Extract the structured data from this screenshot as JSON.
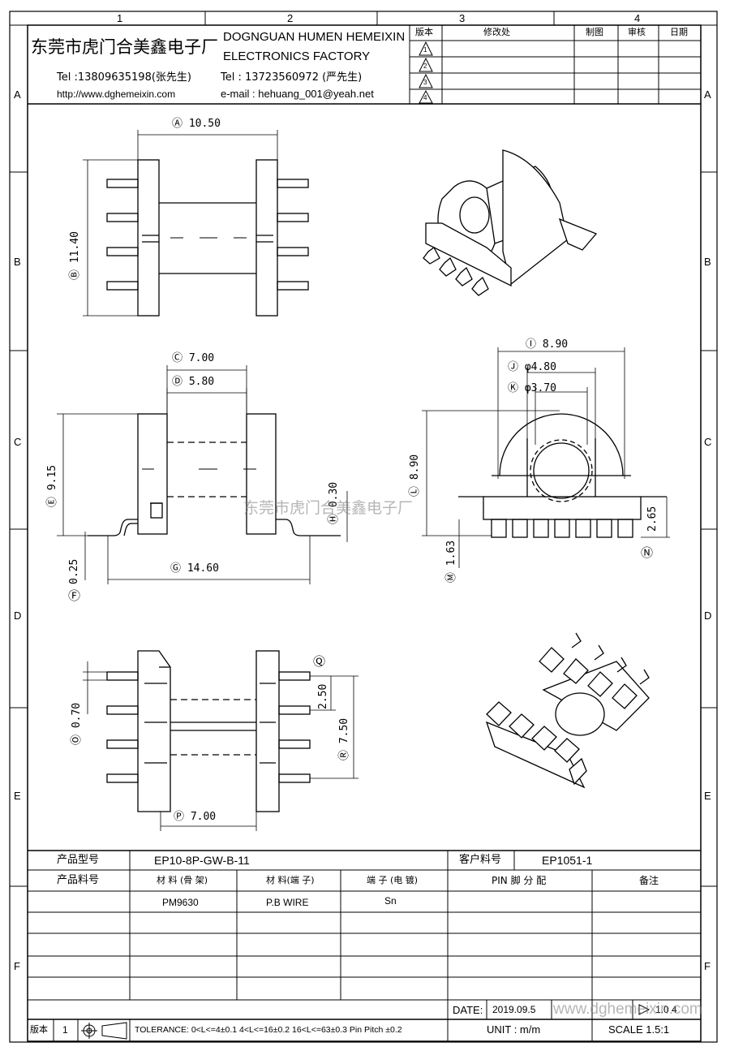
{
  "frame": {
    "cols": [
      "1",
      "2",
      "3",
      "4"
    ],
    "rows": [
      "A",
      "B",
      "C",
      "D",
      "E",
      "F"
    ]
  },
  "header": {
    "company_cn": "东莞市虎门合美鑫电子厂",
    "company_en_1": "DOGNGUAN HUMEN HEMEIXIN",
    "company_en_2": "ELECTRONICS FACTORY",
    "tel1": "Tel :13809635198(张先生)",
    "tel2": "Tel : 13723560972 (严先生)",
    "url": "http://www.dghemeixin.com",
    "email": "e-mail : hehuang_001@yeah.net"
  },
  "revision_table": {
    "headers": [
      "版本",
      "修改处",
      "制图",
      "审核",
      "日期"
    ],
    "rows": [
      "1",
      "2",
      "3",
      "4"
    ]
  },
  "dimensions": {
    "A": "10.50",
    "B": "11.40",
    "C": "7.00",
    "D": "5.80",
    "E": "9.15",
    "F": "0.25",
    "G": "14.60",
    "H": "0.30",
    "I": "8.90",
    "J": "φ4.80",
    "K": "φ3.70",
    "L": "8.90",
    "M": "1.63",
    "N": "2.65",
    "O": "0.70",
    "P": "7.00",
    "Q": "2.50",
    "R": "7.50"
  },
  "watermark": "东莞市虎门合美鑫电子厂",
  "watermark2": "www.dghemeixin.com",
  "title_block": {
    "product_model_label": "产品型号",
    "product_model": "EP10-8P-GW-B-11",
    "customer_no_label": "客户料号",
    "customer_no": "EP1051-1",
    "product_no_label": "产品料号",
    "material_bobbin_label": "材 料 (骨 架)",
    "material_pin_label": "材 料(端 子)",
    "plating_label": "端 子 (电 镀)",
    "pin_assign_label": "PIN 脚 分 配",
    "remark_label": "备注",
    "material_bobbin": "PM9630",
    "material_pin": "P.B WIRE",
    "plating": "Sn",
    "date_label": "DATE:",
    "date": "2019.09.5",
    "version_label": "版本",
    "version": "1",
    "tolerance": "TOLERANCE:  0<L<=4±0.1  4<L<=16±0.2  16<L<=63±0.3  Pin Pitch  ±0.2",
    "unit": "UNIT : m/m",
    "scale": "SCALE  1.5:1",
    "page": "1.0 4"
  }
}
